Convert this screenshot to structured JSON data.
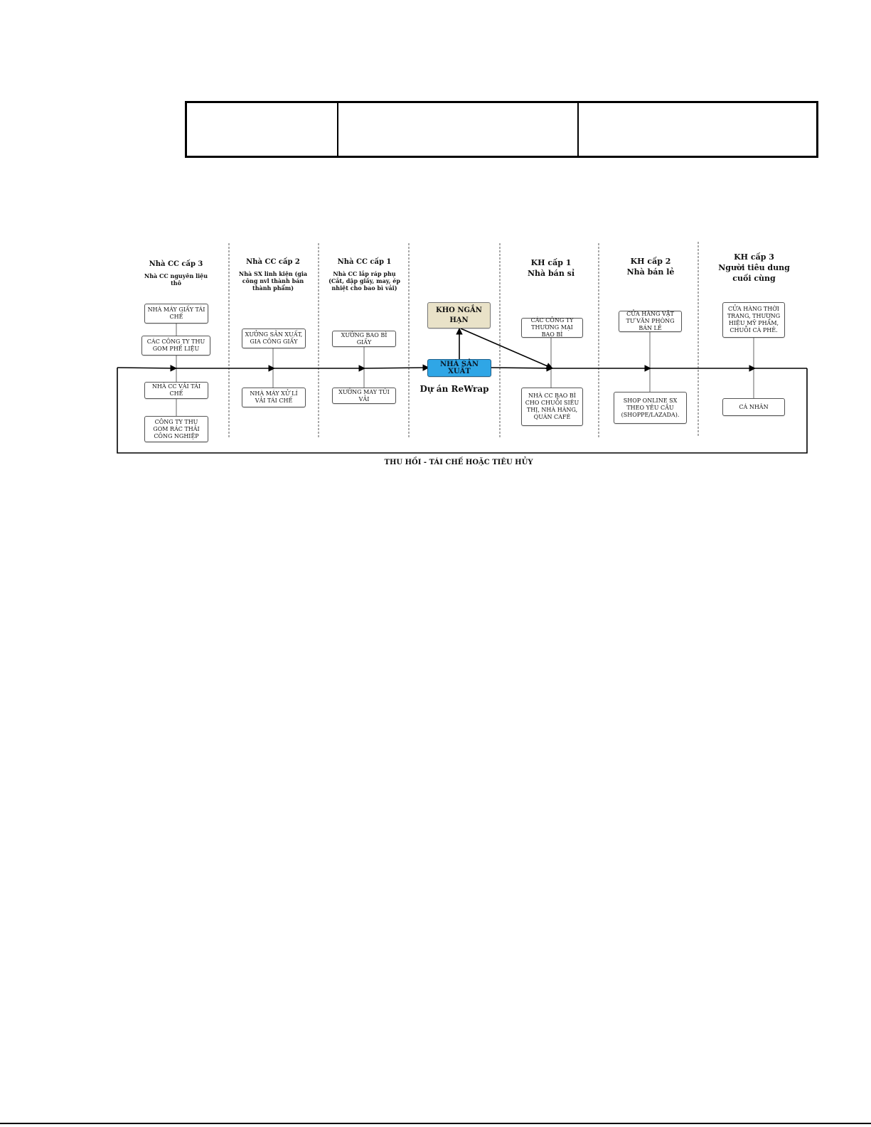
{
  "columns": [
    {
      "title": "Nhà CC cấp 3",
      "subtitle": "Nhà CC nguyên liệu thô"
    },
    {
      "title": "Nhà CC cấp 2",
      "subtitle": "Nhà SX linh kiện (gia công nvl thành bán thành phẩm)"
    },
    {
      "title": "Nhà CC cấp 1",
      "subtitle": "Nhà CC lắp ráp phụ (Cắt, dập giấy, may, ép nhiệt cho bao bì vải)"
    },
    {
      "title": "KH cấp 1",
      "subtitle": "Nhà bán sỉ"
    },
    {
      "title": "KH cấp 2",
      "subtitle": "Nhà bán lẻ"
    },
    {
      "title": "KH cấp 3",
      "subtitle": "Người tiêu dung cuối cùng"
    }
  ],
  "nodes": {
    "paper_mill": "NHÀ MÁY GIẤY TÁI CHẾ",
    "scrap_collectors": "CÁC CÔNG TY THU GOM PHẾ LIỆU",
    "fabric_supplier": "NHÀ CC VẢI TÁI CHẾ",
    "waste_collector": "CÔNG TY THU GOM RÁC THẢI CÔNG NGHIỆP",
    "paper_workshop": "XƯỞNG SẢN XUẤT, GIA CÔNG GIẤY",
    "fabric_plant": "NHÀ MÁY XỬ LÍ VẢI TÁI CHẾ",
    "paper_bag_workshop": "XƯỞNG BAO BÌ GIẤY",
    "fabric_bag_workshop": "XƯỞNG MAY TÚI VẢI",
    "warehouse": "KHO NGẮN HẠN",
    "producer": "NHÀ SẢN XUẤT",
    "packaging_trading": "CÁC CÔNG TY THƯƠNG MẠI BAO BÌ",
    "packaging_chains": "NHÀ CC BAO BÌ CHO CHUỖI SIÊU THỊ, NHÀ HÀNG, QUÁN CAFÉ",
    "office_supply": "CỬA HÀNG VẬT TƯ VĂN PHÒNG BÁN LẺ",
    "online_shop": "SHOP ONLINE SX THEO YÊU CẦU (SHOPPE/LAZADA).",
    "fashion_stores": "CỬA HÀNG THỜI TRANG, THƯƠNG HIỆU MỸ PHẨM, CHUỖI CÀ PHÊ.",
    "individual": "CÁ NHÂN"
  },
  "project_label": "Dự án ReWrap",
  "loop_label": "THU HỒI - TÁI CHẾ HOẶC TIÊU HỦY"
}
